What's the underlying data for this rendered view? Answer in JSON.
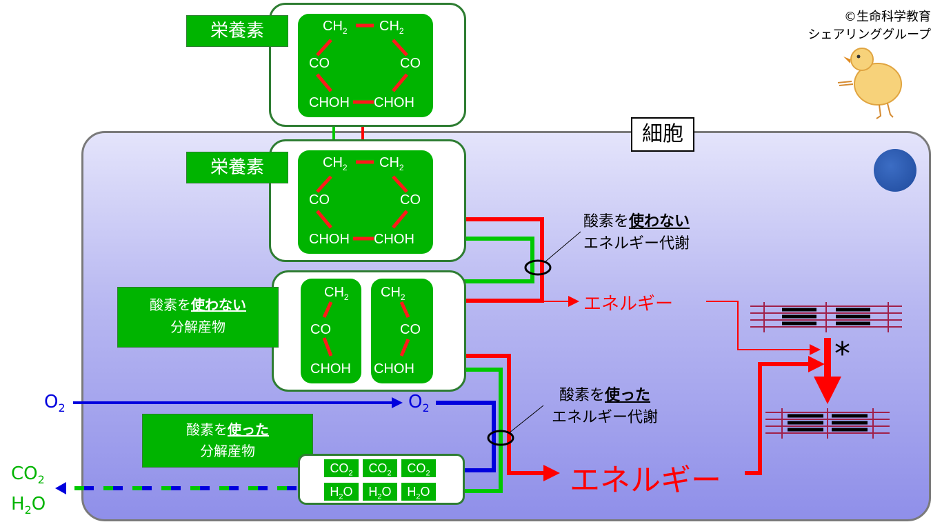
{
  "copyright": {
    "line1": "©生命科学教育",
    "line2": "シェアリンググループ"
  },
  "cell_label": "細胞",
  "nutrient_label": "栄養素",
  "molecule": {
    "ch2": "CH",
    "sub2": "2",
    "co": "CO",
    "choh": "CHOH"
  },
  "anaerobic_product": {
    "line1_pre": "酸素を",
    "line1_em": "使わない",
    "line2": "分解産物"
  },
  "aerobic_product": {
    "line1_pre": "酸素を",
    "line1_em": "使った",
    "line2": "分解産物"
  },
  "anaerobic_metabolism": {
    "line1_pre": "酸素を",
    "line1_em": "使わない",
    "line2": "エネルギー代謝"
  },
  "aerobic_metabolism": {
    "line1_pre": "酸素を",
    "line1_em": "使った",
    "line2": "エネルギー代謝"
  },
  "energy_small": "エネルギー",
  "energy_large": "エネルギー",
  "o2": {
    "base": "O",
    "sub": "2"
  },
  "co2": {
    "base": "CO",
    "sub": "2"
  },
  "h2o": {
    "pre": "H",
    "sub": "2",
    "post": "O"
  },
  "asterisk": "*",
  "colors": {
    "green": "#00b400",
    "red": "#ff0000",
    "blue": "#0000dd",
    "dark_red": "#8b0030"
  }
}
